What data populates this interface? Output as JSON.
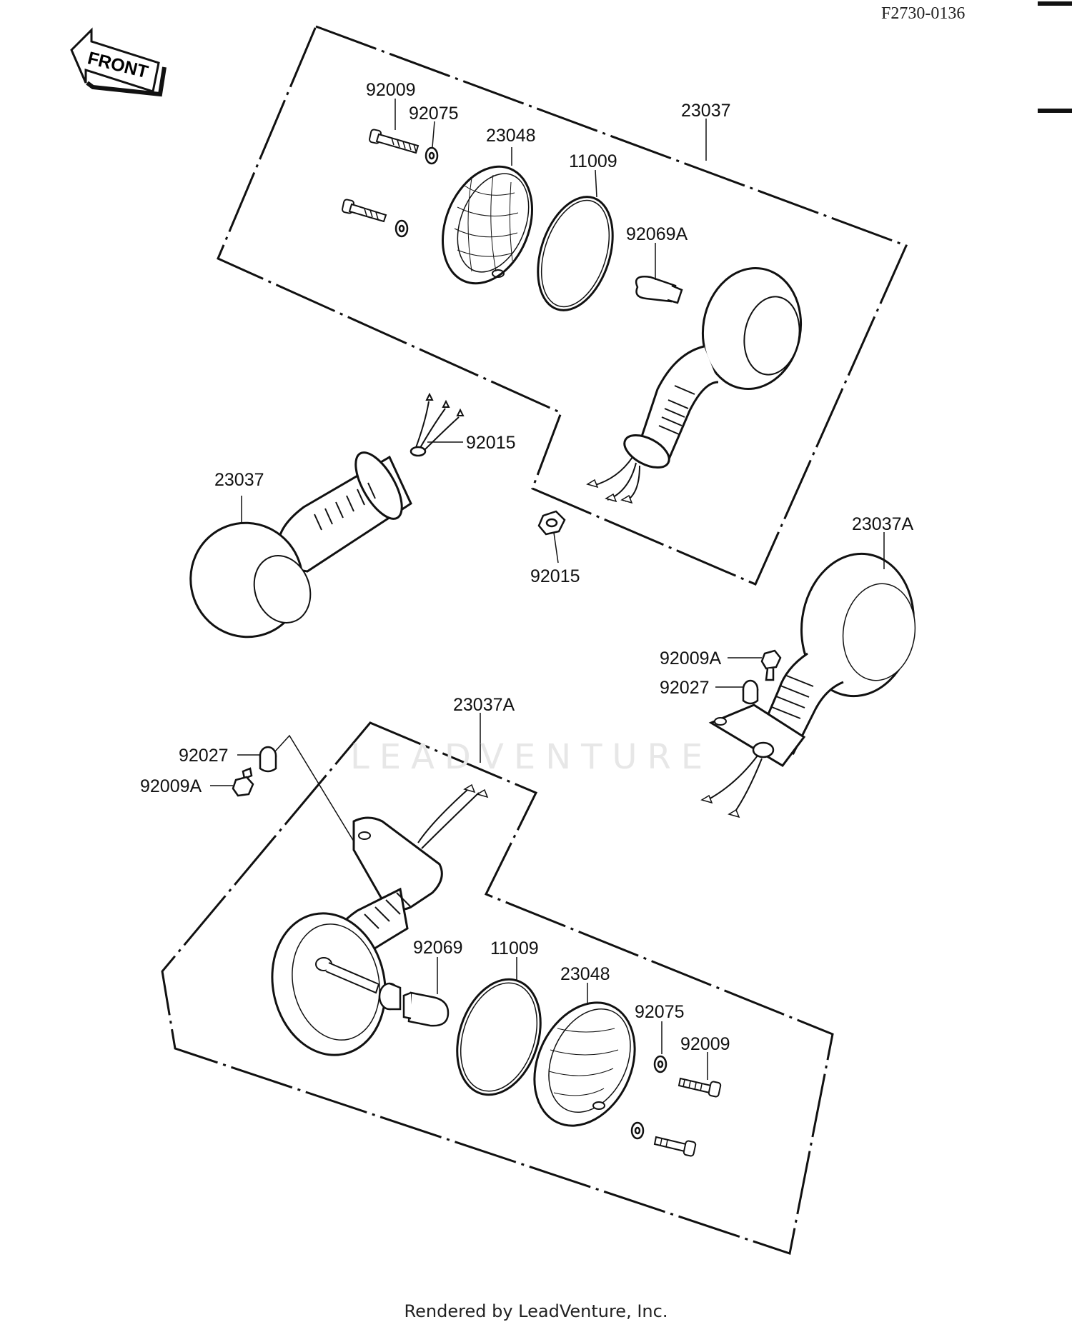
{
  "diagram_code": "F2730-0136",
  "front_label": "FRONT",
  "footer": "Rendered by LeadVenture, Inc.",
  "watermark": "LEADVENTURE",
  "labels": {
    "p92009_top": "92009",
    "p92075_top": "92075",
    "p23048_top": "23048",
    "p11009_top": "11009",
    "p23037_top": "23037",
    "p92069A": "92069A",
    "p92015_wire": "92015",
    "p23037_left": "23037",
    "p92015_nut": "92015",
    "p23037A_right": "23037A",
    "p92009A_right": "92009A",
    "p92027_right": "92027",
    "p23037A_lower": "23037A",
    "p92027_left": "92027",
    "p92009A_left": "92009A",
    "p92069": "92069",
    "p11009_bottom": "11009",
    "p23048_bottom": "23048",
    "p92075_bottom": "92075",
    "p92009_bottom": "92009"
  }
}
